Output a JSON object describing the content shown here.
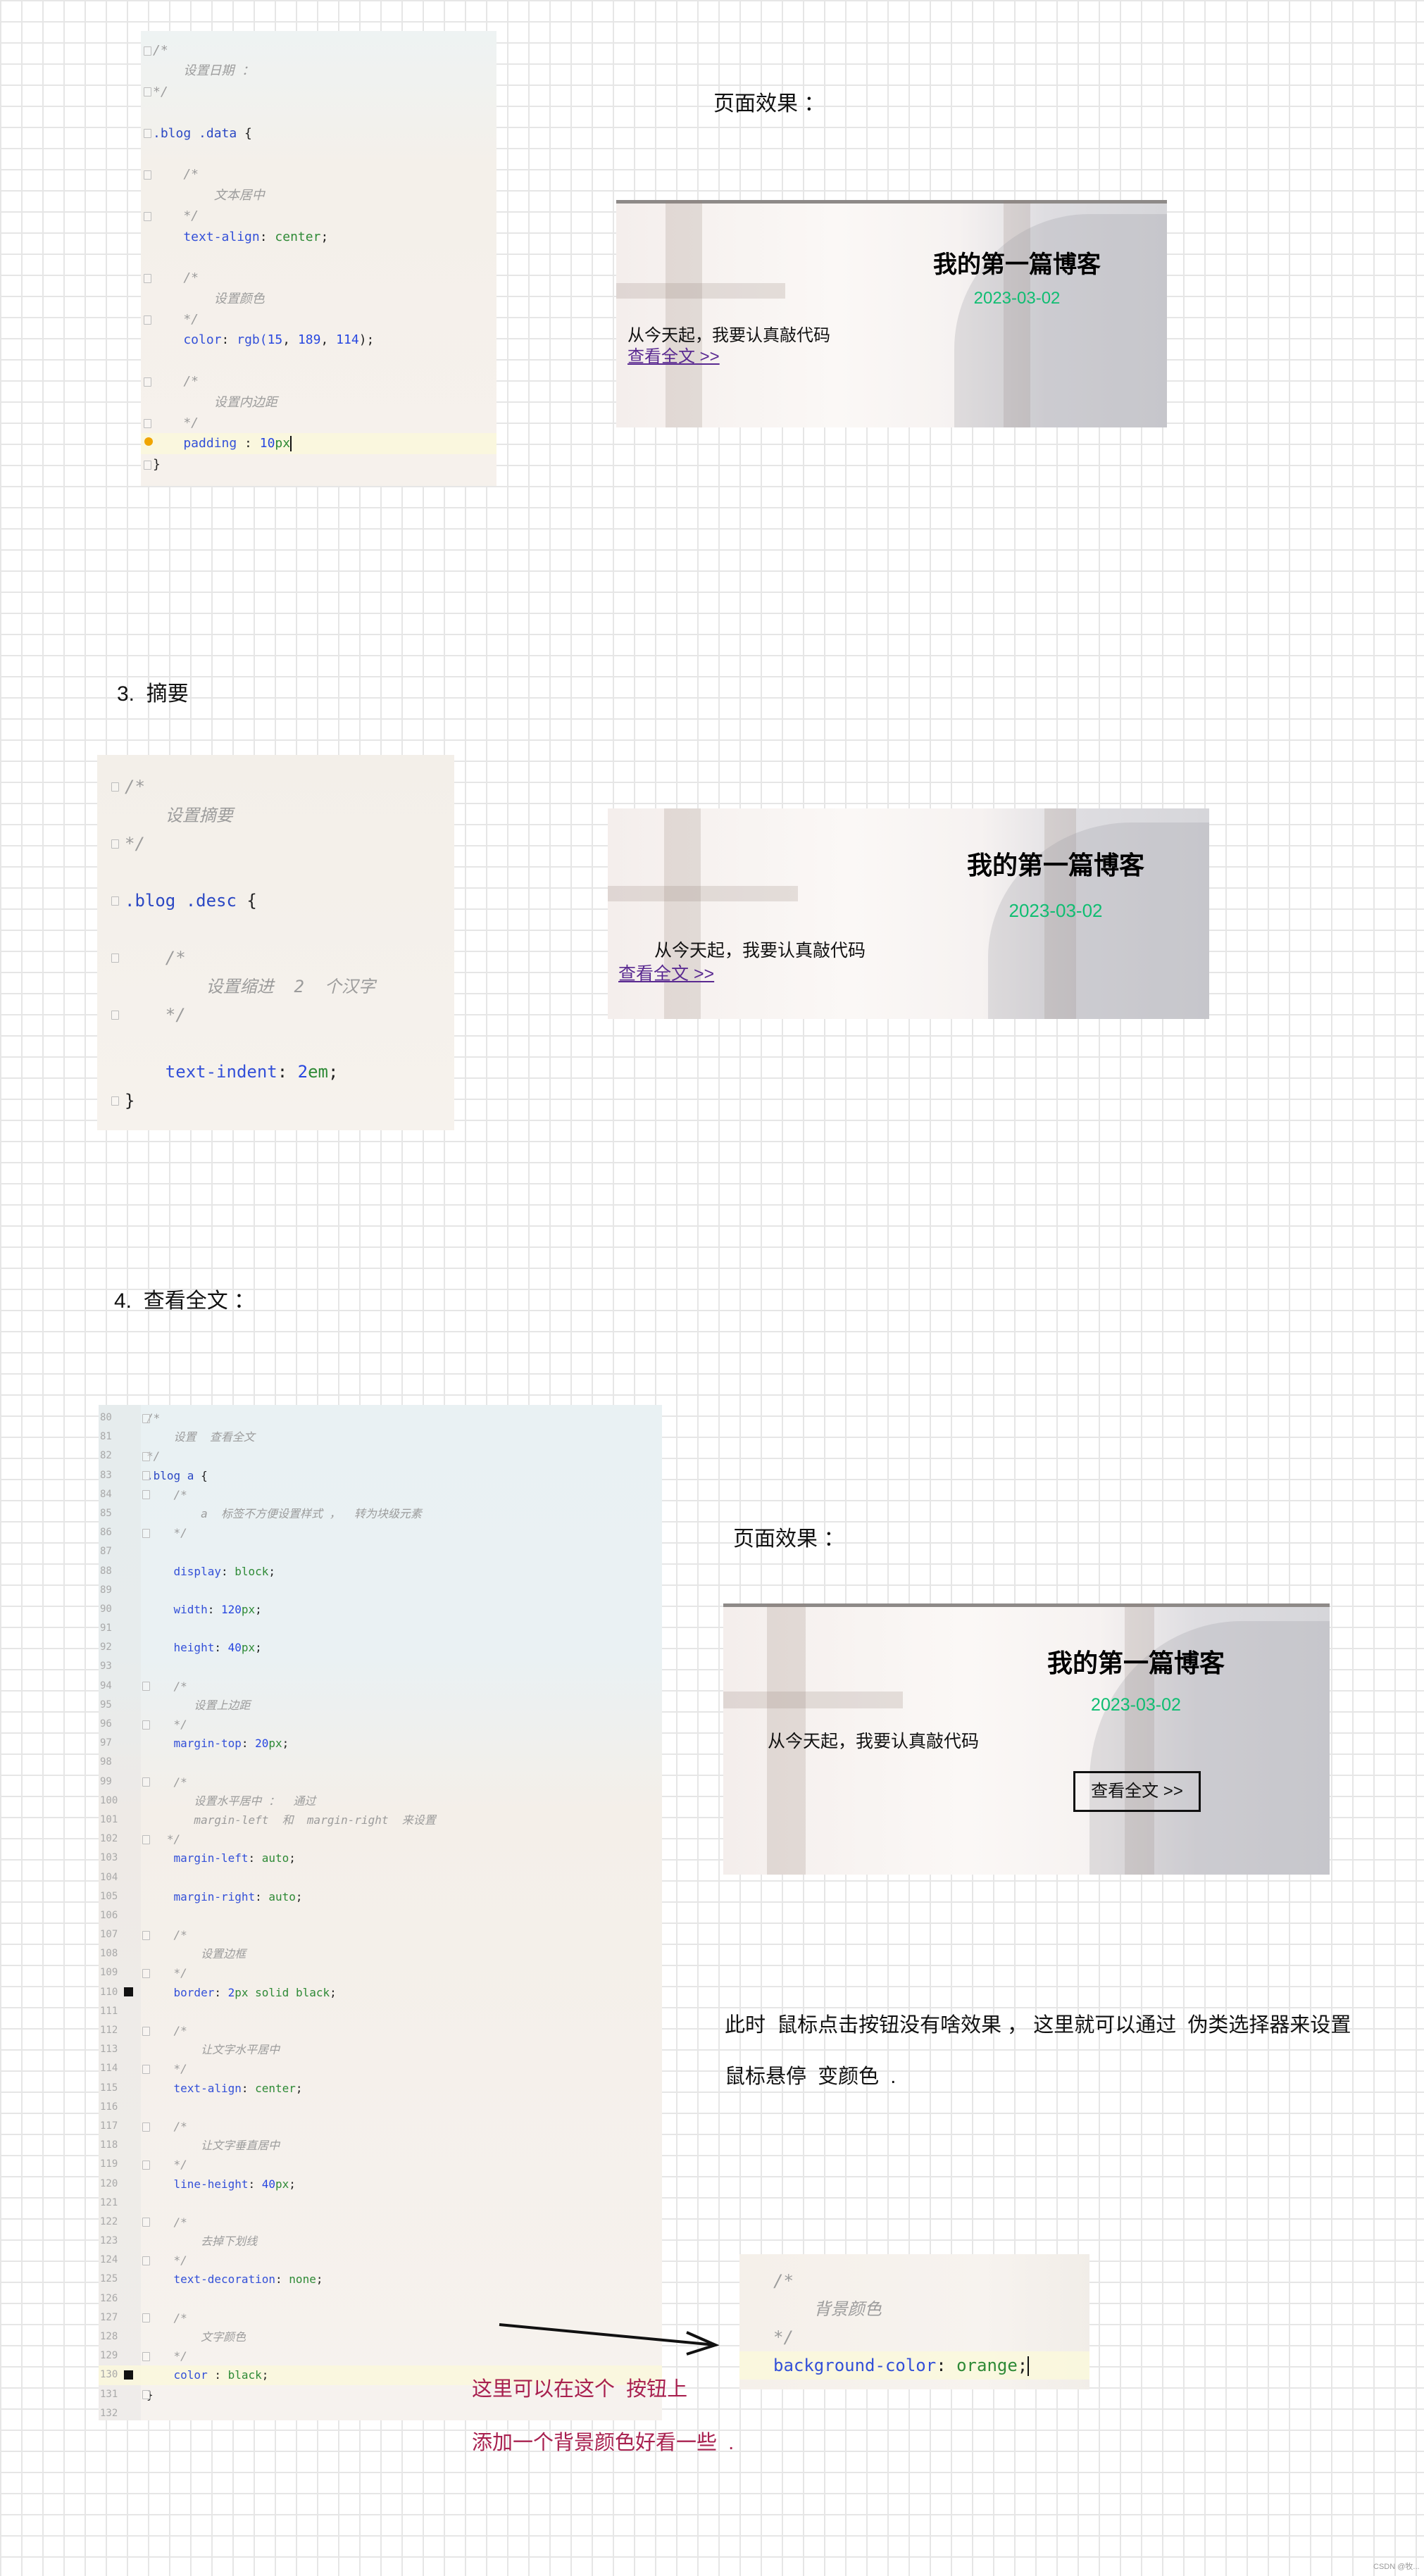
{
  "section1": {
    "effect_label": "页面效果 ：",
    "code": [
      {
        "t": [
          [
            "/*",
            "cm"
          ]
        ]
      },
      {
        "t": [
          [
            "    设置日期 ：",
            "cm"
          ]
        ]
      },
      {
        "t": [
          [
            "*/",
            "cm"
          ]
        ]
      },
      {
        "t": []
      },
      {
        "t": [
          [
            ".blog .data ",
            "sel"
          ],
          [
            "{",
            "pun"
          ]
        ]
      },
      {
        "t": []
      },
      {
        "t": [
          [
            "    /*",
            "cm"
          ]
        ]
      },
      {
        "t": [
          [
            "        文本居中",
            "cm"
          ]
        ]
      },
      {
        "t": [
          [
            "    */",
            "cm"
          ]
        ]
      },
      {
        "t": [
          [
            "    text-align",
            "prop"
          ],
          [
            ": ",
            "pun"
          ],
          [
            "center",
            "val"
          ],
          [
            ";",
            "pun"
          ]
        ]
      },
      {
        "t": []
      },
      {
        "t": [
          [
            "    /*",
            "cm"
          ]
        ]
      },
      {
        "t": [
          [
            "        设置颜色",
            "cm"
          ]
        ]
      },
      {
        "t": [
          [
            "    */",
            "cm"
          ]
        ]
      },
      {
        "t": [
          [
            "    color",
            "prop"
          ],
          [
            ": ",
            "pun"
          ],
          [
            "rgb(",
            "prop"
          ],
          [
            "15",
            "num"
          ],
          [
            ", ",
            "pun"
          ],
          [
            "189",
            "num"
          ],
          [
            ", ",
            "pun"
          ],
          [
            "114",
            "num"
          ],
          [
            ");",
            "pun"
          ]
        ]
      },
      {
        "t": []
      },
      {
        "t": [
          [
            "    /*",
            "cm"
          ]
        ]
      },
      {
        "t": [
          [
            "        设置内边距",
            "cm"
          ]
        ]
      },
      {
        "t": [
          [
            "    */",
            "cm"
          ]
        ]
      },
      {
        "t": [
          [
            "    padding",
            "prop"
          ],
          [
            " : ",
            "pun"
          ],
          [
            "10",
            "num"
          ],
          [
            "px",
            "val"
          ]
        ],
        "hl": true,
        "cursor": true,
        "bulb": true
      },
      {
        "t": [
          [
            "}",
            "pun"
          ]
        ]
      }
    ],
    "card": {
      "title": "我的第一篇博客",
      "date": "2023-03-02",
      "desc": "从今天起，我要认真敲代码",
      "link": "查看全文 >>"
    }
  },
  "section3": {
    "heading": "3.  摘要",
    "code": [
      {
        "t": [
          [
            "/*",
            "cm"
          ]
        ]
      },
      {
        "t": [
          [
            "    设置摘要",
            "cm"
          ]
        ]
      },
      {
        "t": [
          [
            "*/",
            "cm"
          ]
        ]
      },
      {
        "t": []
      },
      {
        "t": [
          [
            ".blog .desc ",
            "sel"
          ],
          [
            "{",
            "pun"
          ]
        ]
      },
      {
        "t": []
      },
      {
        "t": [
          [
            "    /*",
            "cm"
          ]
        ]
      },
      {
        "t": [
          [
            "        设置缩进  2  个汉字",
            "cm"
          ]
        ]
      },
      {
        "t": [
          [
            "    */",
            "cm"
          ]
        ]
      },
      {
        "t": []
      },
      {
        "t": [
          [
            "    text-indent",
            "prop"
          ],
          [
            ": ",
            "pun"
          ],
          [
            "2",
            "num"
          ],
          [
            "em",
            "val"
          ],
          [
            ";",
            "pun"
          ]
        ]
      },
      {
        "t": [
          [
            "}",
            "pun"
          ]
        ]
      }
    ],
    "card": {
      "title": "我的第一篇博客",
      "date": "2023-03-02",
      "desc": "从今天起，我要认真敲代码",
      "link": "查看全文 >>"
    }
  },
  "section4": {
    "heading": "4.  查看全文 ：",
    "effect_label": "页面效果 ：",
    "code": [
      {
        "n": "80",
        "t": [
          [
            "/*",
            "cm"
          ]
        ]
      },
      {
        "n": "81",
        "t": [
          [
            "    设置  查看全文",
            "cm"
          ]
        ]
      },
      {
        "n": "82",
        "t": [
          [
            "*/",
            "cm"
          ]
        ]
      },
      {
        "n": "83",
        "t": [
          [
            ".blog a ",
            "sel"
          ],
          [
            "{",
            "pun"
          ]
        ]
      },
      {
        "n": "84",
        "t": [
          [
            "    /*",
            "cm"
          ]
        ]
      },
      {
        "n": "85",
        "t": [
          [
            "        a  标签不方便设置样式 ，  转为块级元素",
            "cm"
          ]
        ]
      },
      {
        "n": "86",
        "t": [
          [
            "    */",
            "cm"
          ]
        ]
      },
      {
        "n": "87",
        "t": []
      },
      {
        "n": "88",
        "t": [
          [
            "    display",
            "prop"
          ],
          [
            ": ",
            "pun"
          ],
          [
            "block",
            "val"
          ],
          [
            ";",
            "pun"
          ]
        ]
      },
      {
        "n": "89",
        "t": []
      },
      {
        "n": "90",
        "t": [
          [
            "    width",
            "prop"
          ],
          [
            ": ",
            "pun"
          ],
          [
            "120",
            "num"
          ],
          [
            "px",
            "val"
          ],
          [
            ";",
            "pun"
          ]
        ]
      },
      {
        "n": "91",
        "t": []
      },
      {
        "n": "92",
        "t": [
          [
            "    height",
            "prop"
          ],
          [
            ": ",
            "pun"
          ],
          [
            "40",
            "num"
          ],
          [
            "px",
            "val"
          ],
          [
            ";",
            "pun"
          ]
        ]
      },
      {
        "n": "93",
        "t": []
      },
      {
        "n": "94",
        "t": [
          [
            "    /*",
            "cm"
          ]
        ]
      },
      {
        "n": "95",
        "t": [
          [
            "       设置上边距",
            "cm"
          ]
        ]
      },
      {
        "n": "96",
        "t": [
          [
            "    */",
            "cm"
          ]
        ]
      },
      {
        "n": "97",
        "t": [
          [
            "    margin-top",
            "prop"
          ],
          [
            ": ",
            "pun"
          ],
          [
            "20",
            "num"
          ],
          [
            "px",
            "val"
          ],
          [
            ";",
            "pun"
          ]
        ]
      },
      {
        "n": "98",
        "t": []
      },
      {
        "n": "99",
        "t": [
          [
            "    /*",
            "cm"
          ]
        ]
      },
      {
        "n": "100",
        "t": [
          [
            "       设置水平居中 ：  通过",
            "cm"
          ]
        ]
      },
      {
        "n": "101",
        "t": [
          [
            "       margin-left  和  margin-right  来设置",
            "cm"
          ]
        ]
      },
      {
        "n": "102",
        "t": [
          [
            "   */",
            "cm"
          ]
        ]
      },
      {
        "n": "103",
        "t": [
          [
            "    margin-left",
            "prop"
          ],
          [
            ": ",
            "pun"
          ],
          [
            "auto",
            "val"
          ],
          [
            ";",
            "pun"
          ]
        ]
      },
      {
        "n": "104",
        "t": []
      },
      {
        "n": "105",
        "t": [
          [
            "    margin-right",
            "prop"
          ],
          [
            ": ",
            "pun"
          ],
          [
            "auto",
            "val"
          ],
          [
            ";",
            "pun"
          ]
        ]
      },
      {
        "n": "106",
        "t": []
      },
      {
        "n": "107",
        "t": [
          [
            "    /*",
            "cm"
          ]
        ]
      },
      {
        "n": "108",
        "t": [
          [
            "        设置边框",
            "cm"
          ]
        ]
      },
      {
        "n": "109",
        "t": [
          [
            "    */",
            "cm"
          ]
        ]
      },
      {
        "n": "110",
        "t": [
          [
            "    border",
            "prop"
          ],
          [
            ": ",
            "pun"
          ],
          [
            "2",
            "num"
          ],
          [
            "px ",
            "val"
          ],
          [
            "solid black",
            "val"
          ],
          [
            ";",
            "pun"
          ]
        ],
        "swatch": true
      },
      {
        "n": "111",
        "t": []
      },
      {
        "n": "112",
        "t": [
          [
            "    /*",
            "cm"
          ]
        ]
      },
      {
        "n": "113",
        "t": [
          [
            "        让文字水平居中",
            "cm"
          ]
        ]
      },
      {
        "n": "114",
        "t": [
          [
            "    */",
            "cm"
          ]
        ]
      },
      {
        "n": "115",
        "t": [
          [
            "    text-align",
            "prop"
          ],
          [
            ": ",
            "pun"
          ],
          [
            "center",
            "val"
          ],
          [
            ";",
            "pun"
          ]
        ]
      },
      {
        "n": "116",
        "t": []
      },
      {
        "n": "117",
        "t": [
          [
            "    /*",
            "cm"
          ]
        ]
      },
      {
        "n": "118",
        "t": [
          [
            "        让文字垂直居中",
            "cm"
          ]
        ]
      },
      {
        "n": "119",
        "t": [
          [
            "    */",
            "cm"
          ]
        ]
      },
      {
        "n": "120",
        "t": [
          [
            "    line-height",
            "prop"
          ],
          [
            ": ",
            "pun"
          ],
          [
            "40",
            "num"
          ],
          [
            "px",
            "val"
          ],
          [
            ";",
            "pun"
          ]
        ]
      },
      {
        "n": "121",
        "t": []
      },
      {
        "n": "122",
        "t": [
          [
            "    /*",
            "cm"
          ]
        ]
      },
      {
        "n": "123",
        "t": [
          [
            "        去掉下划线",
            "cm"
          ]
        ]
      },
      {
        "n": "124",
        "t": [
          [
            "    */",
            "cm"
          ]
        ]
      },
      {
        "n": "125",
        "t": [
          [
            "    text-decoration",
            "prop"
          ],
          [
            ": ",
            "pun"
          ],
          [
            "none",
            "val"
          ],
          [
            ";",
            "pun"
          ]
        ]
      },
      {
        "n": "126",
        "t": []
      },
      {
        "n": "127",
        "t": [
          [
            "    /*",
            "cm"
          ]
        ]
      },
      {
        "n": "128",
        "t": [
          [
            "        文字颜色",
            "cm"
          ]
        ]
      },
      {
        "n": "129",
        "t": [
          [
            "    */",
            "cm"
          ]
        ]
      },
      {
        "n": "130",
        "t": [
          [
            "    color",
            "prop"
          ],
          [
            " : ",
            "pun"
          ],
          [
            "black",
            "val"
          ],
          [
            ";",
            "pun"
          ]
        ],
        "swatch": true,
        "hl": true
      },
      {
        "n": "131",
        "t": [
          [
            "}",
            "pun"
          ]
        ]
      },
      {
        "n": "132",
        "t": []
      }
    ],
    "card": {
      "title": "我的第一篇博客",
      "date": "2023-03-02",
      "desc": "从今天起，我要认真敲代码",
      "button": "查看全文 >>"
    },
    "note_lines": [
      "此时  鼠标点击按钮没有啥效果 ， 这里就可以通过  伪类选择器来设置",
      "鼠标悬停  变颜色  ."
    ],
    "code2": [
      {
        "t": [
          [
            "/*",
            "cm"
          ]
        ]
      },
      {
        "t": [
          [
            "    背景颜色",
            "cm"
          ]
        ]
      },
      {
        "t": [
          [
            "*/",
            "cm"
          ]
        ]
      },
      {
        "t": [
          [
            "background-color",
            "prop"
          ],
          [
            ": ",
            "pun"
          ],
          [
            "orange",
            "val"
          ],
          [
            ";",
            "pun"
          ]
        ],
        "hl": true,
        "cursor": true
      }
    ],
    "annotation_lines": [
      "这里可以在这个  按钮上",
      "添加一个背景颜色好看一些  ."
    ]
  },
  "watermark": "CSDN @牧...",
  "colors": {
    "date_green": "#0fbd72",
    "annotation_red": "#a8204f",
    "link_purple": "#5a2a91",
    "code_property": "#3350d8",
    "code_value": "#2e8a36",
    "code_comment": "#9c9c9c"
  }
}
